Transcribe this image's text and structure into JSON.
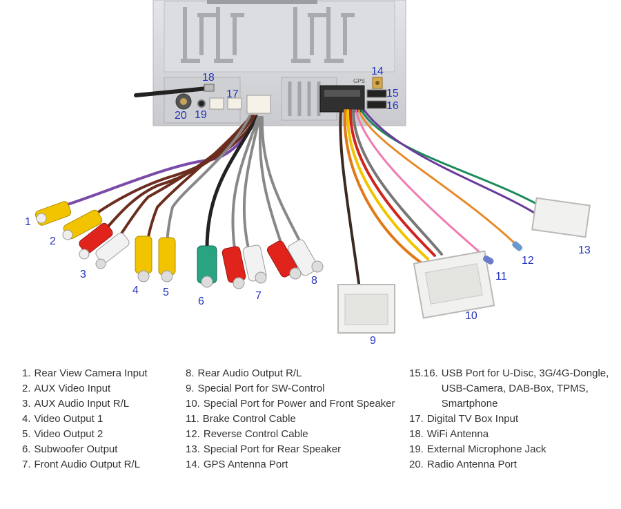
{
  "diagram": {
    "callouts": [
      "1",
      "2",
      "3",
      "4",
      "5",
      "6",
      "7",
      "8",
      "9",
      "10",
      "11",
      "12",
      "13",
      "14",
      "15",
      "16",
      "17",
      "18",
      "19",
      "20"
    ],
    "unit_label_text": "GPS",
    "colors": {
      "callout": "#2233bb",
      "yellow": "#f2c400",
      "red": "#e0241c",
      "white": "#f2f2f2",
      "green": "#2aa383",
      "chassis": "#d8d9dc"
    }
  },
  "legend": {
    "col1": [
      {
        "n": "1.",
        "t": "Rear View Camera Input"
      },
      {
        "n": "2.",
        "t": "AUX Video Input"
      },
      {
        "n": "3.",
        "t": "AUX Audio Input R/L"
      },
      {
        "n": "4.",
        "t": "Video Output 1"
      },
      {
        "n": "5.",
        "t": "Video Output 2"
      },
      {
        "n": "6.",
        "t": "Subwoofer Output"
      },
      {
        "n": "7.",
        "t": "Front Audio Output R/L"
      }
    ],
    "col2": [
      {
        "n": "8.",
        "t": "Rear Audio Output R/L"
      },
      {
        "n": "9.",
        "t": "Special Port for SW-Control"
      },
      {
        "n": "10.",
        "t": "Special Port for Power and Front Speaker"
      },
      {
        "n": "11.",
        "t": "Brake Control Cable"
      },
      {
        "n": "12.",
        "t": "Reverse Control Cable"
      },
      {
        "n": "13.",
        "t": "Special Port for Rear Speaker"
      },
      {
        "n": "14.",
        "t": "GPS Antenna Port"
      }
    ],
    "col3": [
      {
        "n": "15.16.",
        "t": "USB Port for U-Disc, 3G/4G-Dongle, USB-Camera, DAB-Box, TPMS, Smartphone"
      },
      {
        "n": "17.",
        "t": "Digital TV Box Input"
      },
      {
        "n": "18.",
        "t": "WiFi Antenna"
      },
      {
        "n": "19.",
        "t": "External Microphone Jack"
      },
      {
        "n": "20.",
        "t": "Radio Antenna Port"
      }
    ]
  }
}
